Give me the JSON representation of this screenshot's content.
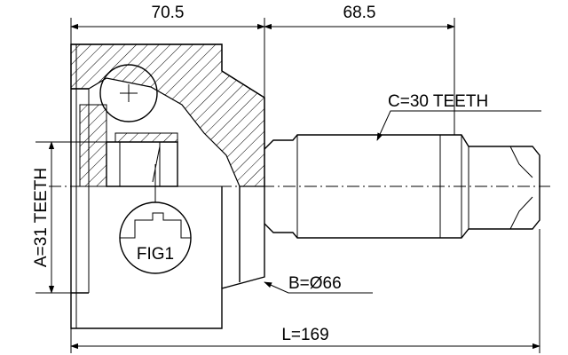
{
  "dimensions": {
    "top_left": "70.5",
    "top_right": "68.5",
    "overall_length": "L=169",
    "splines_c": "C=30 TEETH",
    "diameter_b": "B=Ø66",
    "splines_a": "A=31 TEETH"
  },
  "detail_callout": "FIG1"
}
